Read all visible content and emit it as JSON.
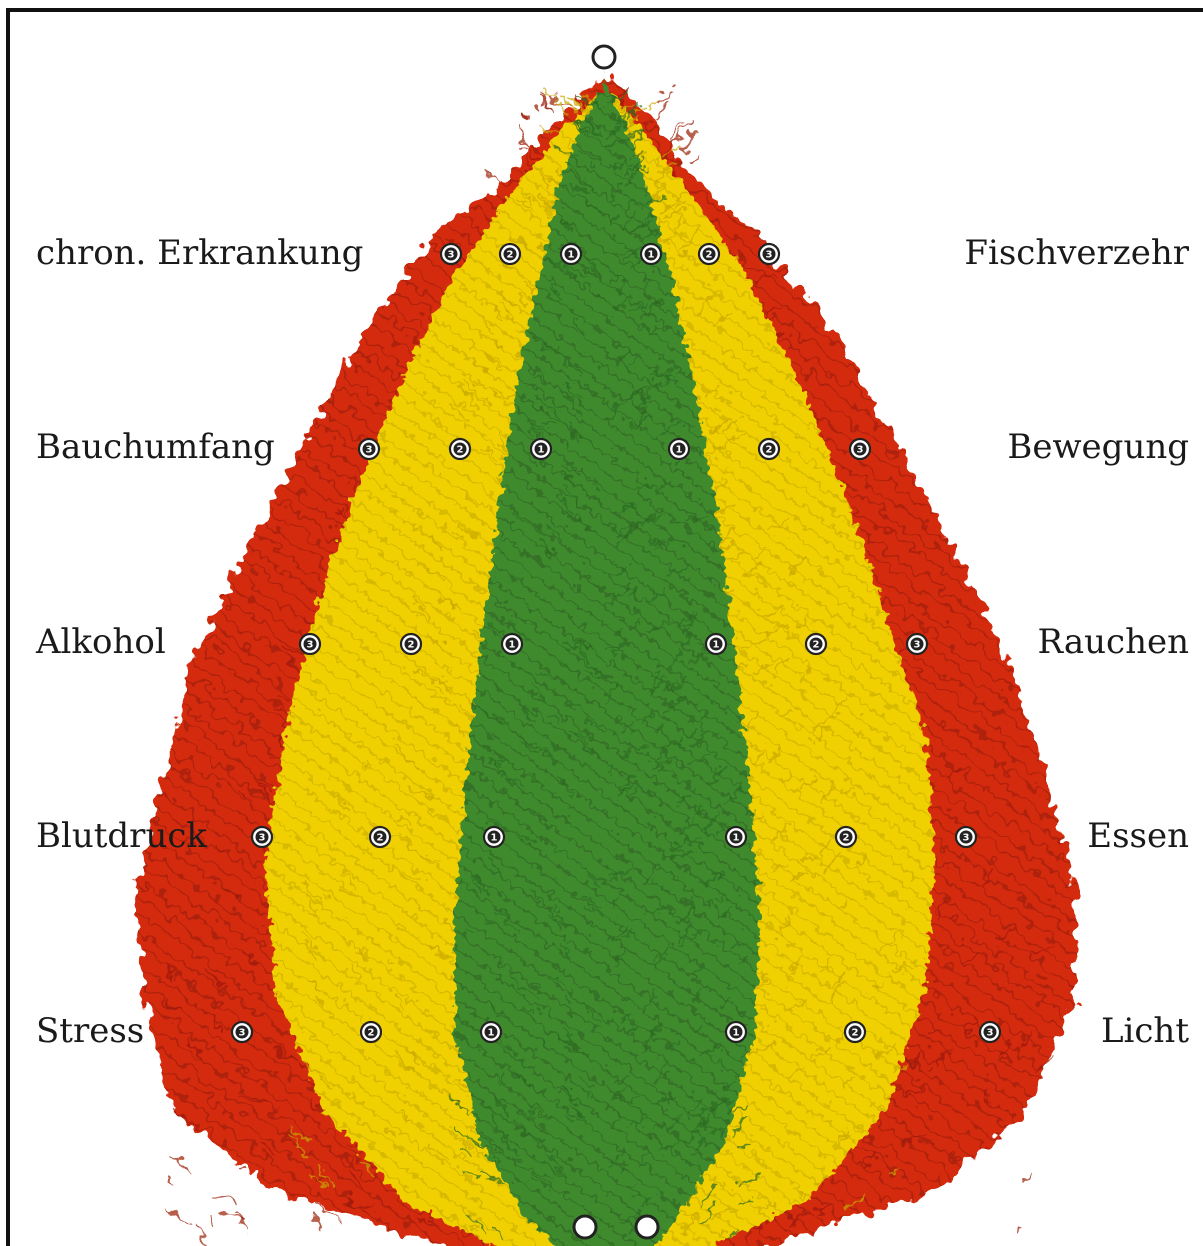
{
  "factors_left": [
    "chron. Erkrankung",
    "Bauchumfang",
    "Alkohol",
    "Blutdruck",
    "Stress"
  ],
  "factors_right": [
    "Fischverzehr",
    "Bewegung",
    "Rauchen",
    "Essen",
    "Licht"
  ],
  "level_labels": [
    "1",
    "2",
    "3"
  ],
  "zone_colors": {
    "healthy": "#3f8a2f",
    "healthy_dark": "#2c6b22",
    "moderate": "#f0d000",
    "moderate_dark": "#c9a800",
    "risk": "#d42a10",
    "risk_dark": "#9a1a08"
  }
}
